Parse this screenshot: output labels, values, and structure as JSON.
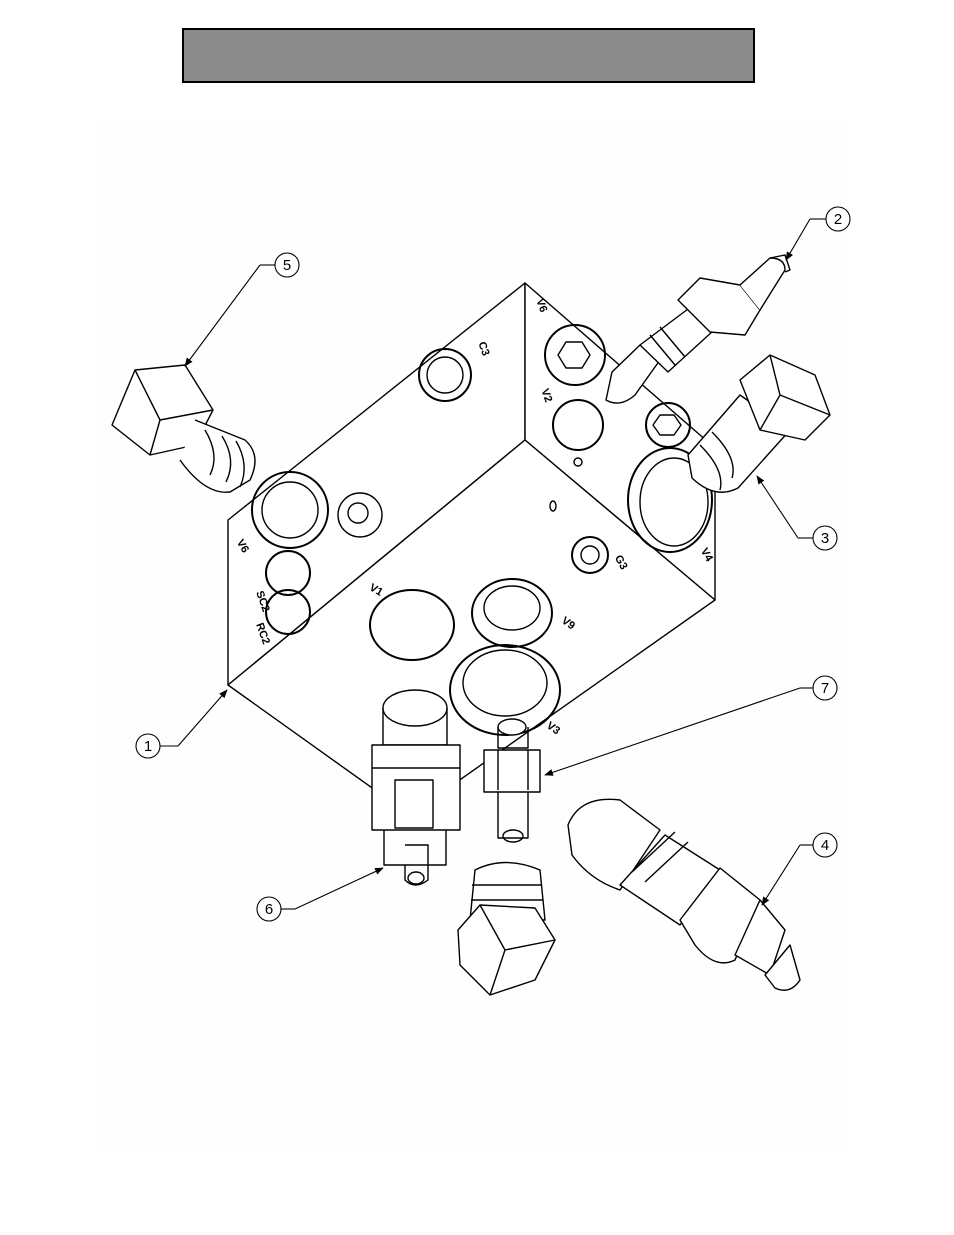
{
  "header": {
    "title": ""
  },
  "callouts": [
    "1",
    "2",
    "3",
    "4",
    "5",
    "6",
    "7"
  ],
  "port_labels": {
    "v6_left": "V6",
    "sc2": "SC2",
    "rc2": "RC2",
    "c3": "C3",
    "v6_right": "V6",
    "v2": "V2",
    "v4": "V4",
    "g3": "G3",
    "v1": "V1",
    "v9": "V9",
    "v3": "V3"
  },
  "colors": {
    "title_bar": "#8c8c8c",
    "line": "#000000",
    "background": "#ffffff"
  }
}
